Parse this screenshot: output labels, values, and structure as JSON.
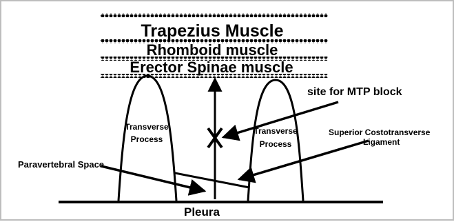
{
  "layers": {
    "trapezius": "Trapezius Muscle",
    "rhomboid": "Rhomboid muscle",
    "erector": "Erector Spinae muscle"
  },
  "labels": {
    "site": "site for MTP block",
    "transverse_left_1": "Transverse",
    "transverse_left_2": "Process",
    "transverse_right_1": "Transverse",
    "transverse_right_2": "Process",
    "sctl_1": "Superior Costotransverse",
    "sctl_2": "Ligament",
    "paravertebral": "Paravertebral Space",
    "pleura": "Pleura"
  },
  "colors": {
    "ink": "#000000",
    "background": "#ffffff",
    "frame": "#bdbdbd"
  }
}
